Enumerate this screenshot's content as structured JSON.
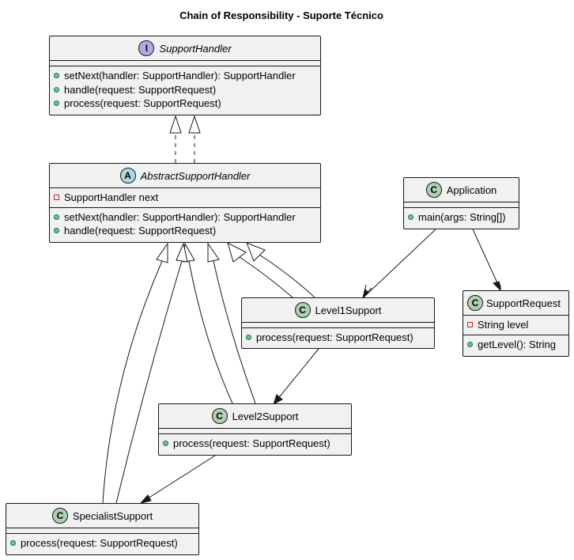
{
  "title": "Chain of Responsibility - Suporte Técnico",
  "classes": {
    "support_handler": {
      "stereotype": "I",
      "name": "SupportHandler",
      "fields": [],
      "methods": [
        "setNext(handler: SupportHandler): SupportHandler",
        "handle(request: SupportRequest)",
        "process(request: SupportRequest)"
      ]
    },
    "abstract_support_handler": {
      "stereotype": "A",
      "name": "AbstractSupportHandler",
      "fields": [
        "SupportHandler next"
      ],
      "methods": [
        "setNext(handler: SupportHandler): SupportHandler",
        "handle(request: SupportRequest)"
      ]
    },
    "application": {
      "stereotype": "C",
      "name": "Application",
      "fields": [],
      "methods": [
        "main(args: String[])"
      ]
    },
    "level1_support": {
      "stereotype": "C",
      "name": "Level1Support",
      "fields": [],
      "methods": [
        "process(request: SupportRequest)"
      ]
    },
    "support_request": {
      "stereotype": "C",
      "name": "SupportRequest",
      "fields": [
        "String level"
      ],
      "methods": [
        "getLevel(): String"
      ]
    },
    "level2_support": {
      "stereotype": "C",
      "name": "Level2Support",
      "fields": [],
      "methods": [
        "process(request: SupportRequest)"
      ]
    },
    "specialist_support": {
      "stereotype": "C",
      "name": "SpecialistSupport",
      "fields": [],
      "methods": [
        "process(request: SupportRequest)"
      ]
    }
  },
  "relations": [
    {
      "from": "AbstractSupportHandler",
      "to": "SupportHandler",
      "type": "realization"
    },
    {
      "from": "AbstractSupportHandler",
      "to": "SupportHandler",
      "type": "realization"
    },
    {
      "from": "Level1Support",
      "to": "AbstractSupportHandler",
      "type": "generalization"
    },
    {
      "from": "Level1Support",
      "to": "AbstractSupportHandler",
      "type": "generalization"
    },
    {
      "from": "Level2Support",
      "to": "AbstractSupportHandler",
      "type": "generalization"
    },
    {
      "from": "Level2Support",
      "to": "AbstractSupportHandler",
      "type": "generalization"
    },
    {
      "from": "SpecialistSupport",
      "to": "AbstractSupportHandler",
      "type": "generalization"
    },
    {
      "from": "SpecialistSupport",
      "to": "AbstractSupportHandler",
      "type": "generalization"
    },
    {
      "from": "Application",
      "to": "Level1Support",
      "type": "association"
    },
    {
      "from": "Application",
      "to": "SupportRequest",
      "type": "association"
    },
    {
      "from": "Level1Support",
      "to": "Level2Support",
      "type": "association"
    },
    {
      "from": "Level2Support",
      "to": "SpecialistSupport",
      "type": "association"
    }
  ],
  "colors": {
    "class_fill": "#F1F1F1",
    "border": "#181818",
    "class_badge": "#ADD1B2",
    "interface_badge": "#B4A7E5",
    "abstract_badge": "#A9DCDF",
    "public_marker": "#84BE84",
    "private_marker": "#C82930"
  }
}
